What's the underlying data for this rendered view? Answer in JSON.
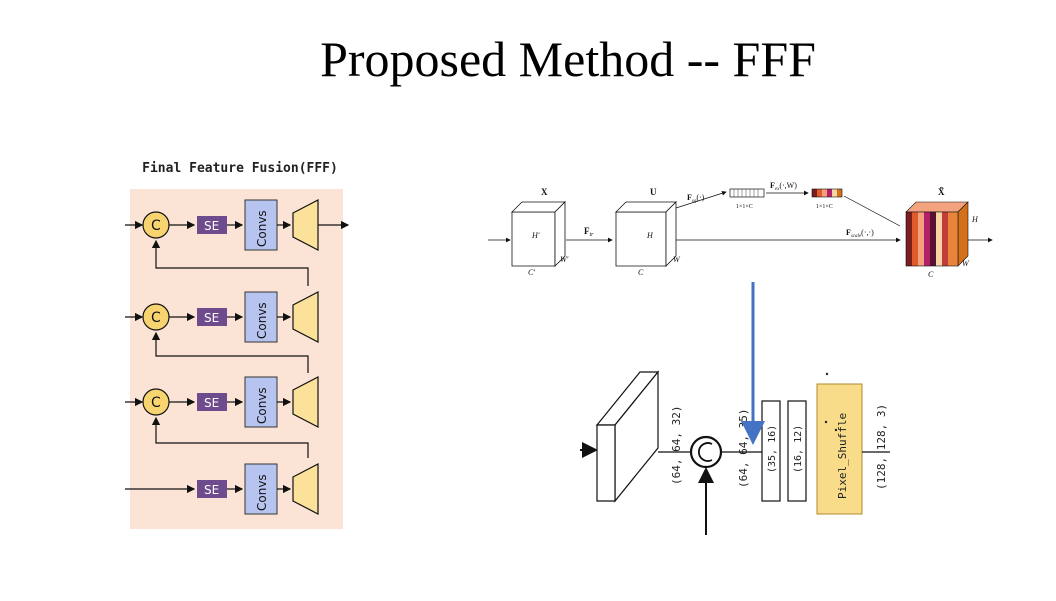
{
  "slide": {
    "title": "Proposed Method -- FFF"
  },
  "fff": {
    "title": "Final Feature Fusion(FFF)",
    "se_label": "SE",
    "convs_label": "Convs",
    "colors": {
      "background": "#fbe4d6",
      "se": "#6d4b8c",
      "convs": "#b8c4f0",
      "upsample": "#fbe19a",
      "concat": "#f8d470"
    }
  },
  "se_block": {
    "x_label": "X",
    "u_label": "U",
    "xtilde_label": "X̃",
    "f_tr": "F",
    "f_tr_sub": "tr",
    "f_sq": "F",
    "f_sq_sub": "sq",
    "f_sq_arg": "(·)",
    "f_ex": "F",
    "f_ex_sub": "ex",
    "f_ex_arg": "(·,W)",
    "f_scale": "F",
    "f_scale_sub": "scale",
    "f_scale_arg": "(·,·)",
    "h_prime": "H′",
    "w_prime": "W′",
    "c_prime": "C′",
    "h": "H",
    "w": "W",
    "c": "C",
    "vec_dim": "1×1×C"
  },
  "pipeline": {
    "input_dim": "(64, 64, 32)",
    "concat_dim": "(64, 64, 35)",
    "conv1_dim": "(35, 16)",
    "conv2_dim": "(16, 12)",
    "pixel_shuffle": "Pixel_Shuffle",
    "output_dim": "(128, 128, 3)",
    "colors": {
      "arrow": "#4472c4",
      "pixel_shuffle": "#f9dc8a"
    }
  }
}
